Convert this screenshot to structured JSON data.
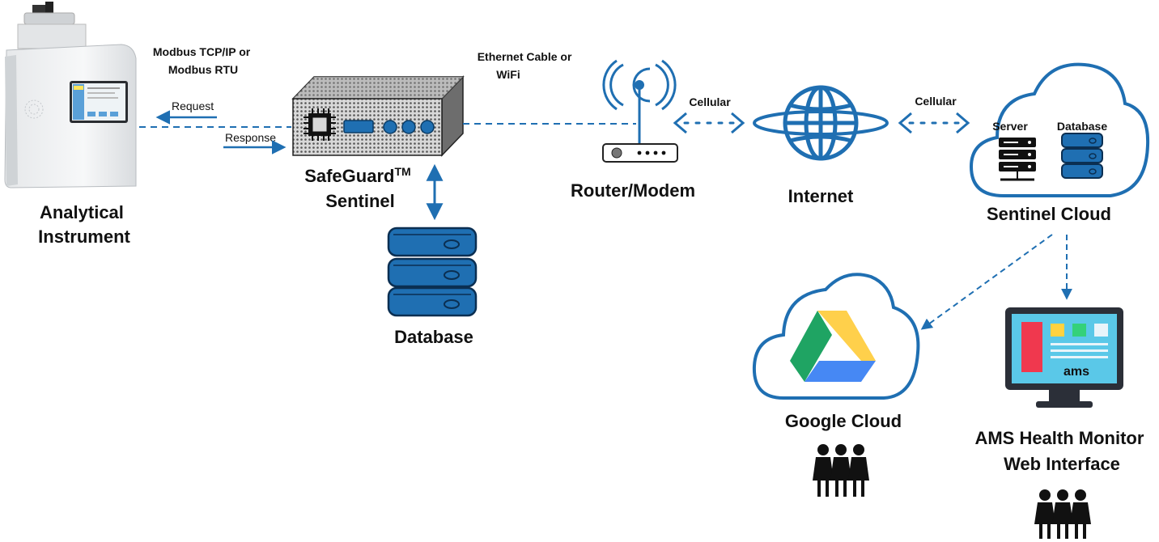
{
  "nodes": {
    "instrument": "Analytical Instrument",
    "sentinel_line1": "SafeGuard",
    "sentinel_sup": "TM",
    "sentinel_line2": "Sentinel",
    "database": "Database",
    "router": "Router/Modem",
    "internet": "Internet",
    "cloud": "Sentinel Cloud",
    "cloud_server": "Server",
    "cloud_database": "Database",
    "google": "Google Cloud",
    "ams_line1": "AMS  Health Monitor",
    "ams_line2": "Web Interface",
    "ams_screen_text": "ams"
  },
  "edges": {
    "modbus": "Modbus TCP/IP or Modbus RTU",
    "modbus_line1": "Modbus TCP/IP or",
    "modbus_line2": "Modbus RTU",
    "request": "Request",
    "response": "Response",
    "ethernet_line1": "Ethernet Cable or",
    "ethernet_line2": "WiFi",
    "cellular_1": "Cellular",
    "cellular_2": "Cellular"
  },
  "colors": {
    "primary_blue": "#1f6fb2",
    "dark_blue": "#0b4a82",
    "gdrive_green": "#1fa463",
    "gdrive_yellow": "#ffd04b",
    "gdrive_blue": "#4688f4",
    "ams_red": "#f0384e"
  }
}
